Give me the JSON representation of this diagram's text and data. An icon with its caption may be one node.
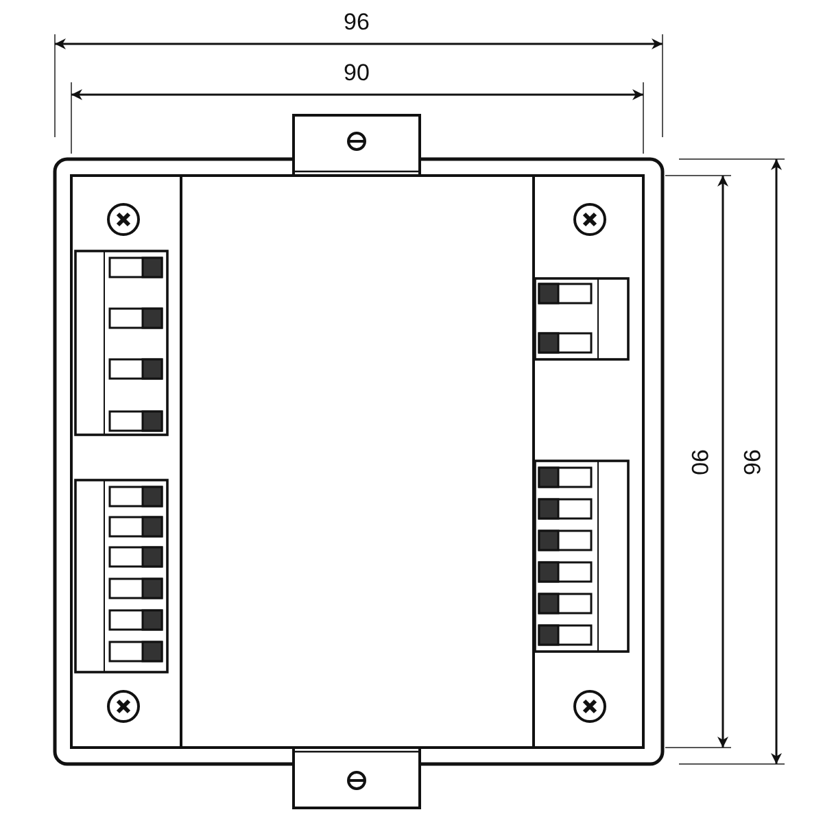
{
  "diagram": {
    "labels": [
      "96",
      "90",
      "90",
      "96"
    ]
  }
}
